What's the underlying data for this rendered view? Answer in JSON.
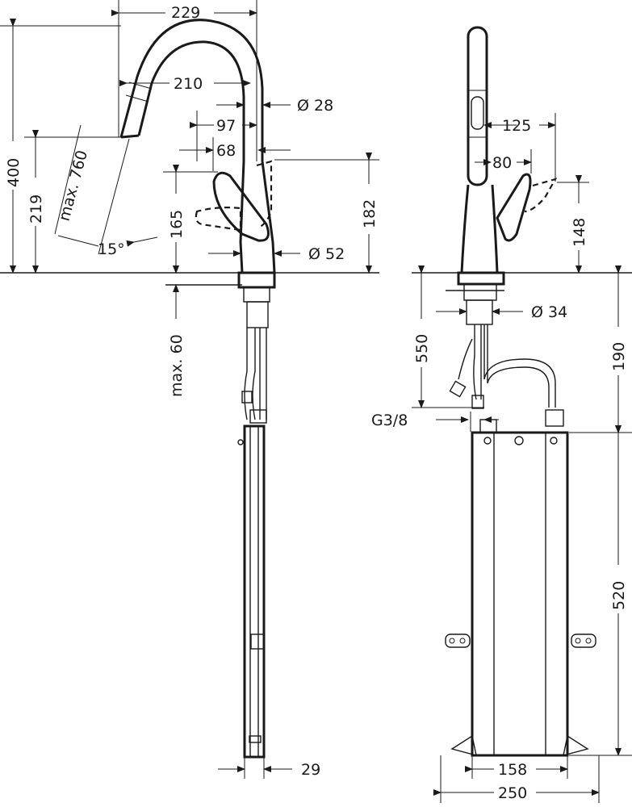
{
  "front_view": {
    "dims": {
      "spout_reach": "229",
      "outlet_reach": "210",
      "spout_dia": "Ø 28",
      "handle_offset": "97",
      "handle_offset_2": "68",
      "total_height": "400",
      "outlet_height": "219",
      "pullout_length": "max. 760",
      "swivel_angle": "15°",
      "handle_height": "165",
      "handle_height_total": "182",
      "base_dia": "Ø 52",
      "max_thickness": "max. 60",
      "box_width": "29"
    }
  },
  "side_view": {
    "dims": {
      "handle_reach": "125",
      "handle_reach_2": "80",
      "handle_height": "148",
      "shank_dia": "Ø 34",
      "hose_length": "550",
      "connection": "G3/8",
      "hose_height": "190",
      "box_height": "520",
      "base_width": "158",
      "box_width": "250"
    }
  }
}
